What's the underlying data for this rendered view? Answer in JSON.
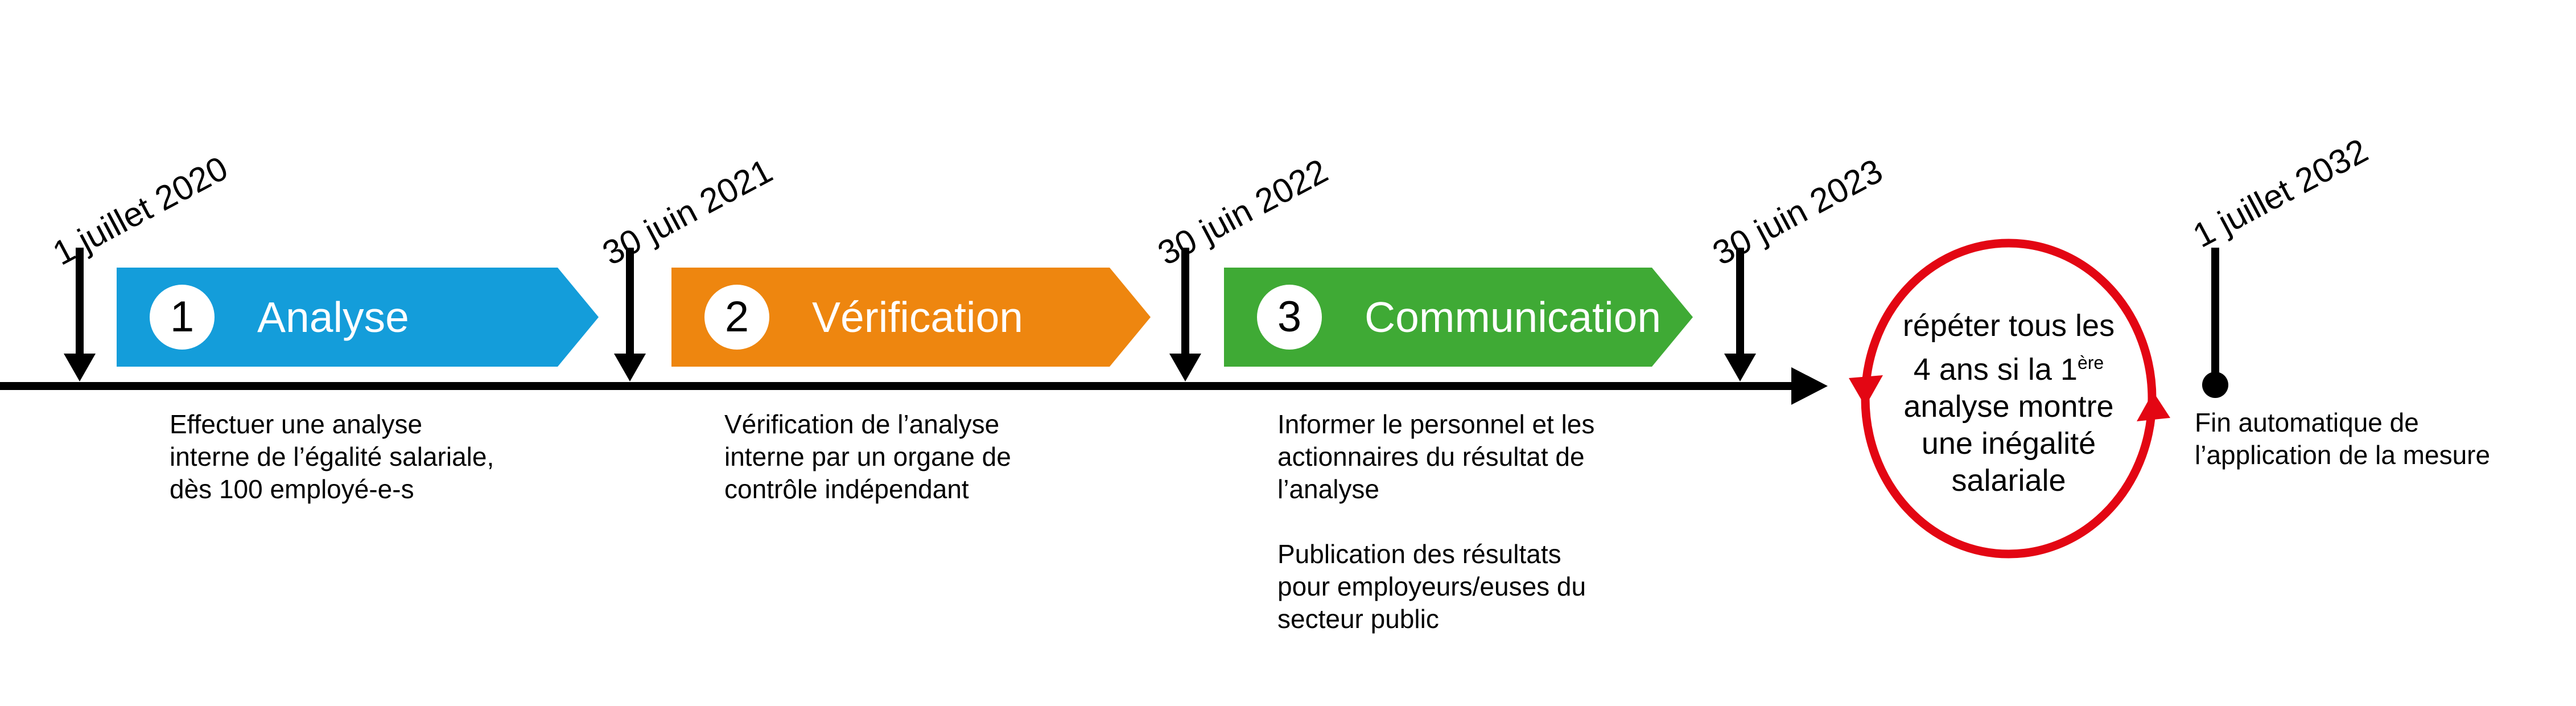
{
  "colors": {
    "phase1_blue": "#149dda",
    "phase2_orange": "#ee860f",
    "phase3_green": "#3faa35",
    "repeat_red": "#e30613",
    "axis_black": "#000000"
  },
  "timeline": {
    "milestones": [
      {
        "date": "1 juillet 2020"
      },
      {
        "date": "30 juin 2021"
      },
      {
        "date": "30 juin 2022"
      },
      {
        "date": "30 juin 2023"
      },
      {
        "date": "1 juillet 2032"
      }
    ],
    "phases": [
      {
        "number": "1",
        "label": "Analyse",
        "color": "#149dda",
        "description": "Effectuer une analyse\ninterne de l’égalité salariale,\ndès 100 employé-e-s"
      },
      {
        "number": "2",
        "label": "Vérification",
        "color": "#ee860f",
        "description": "Vérification de l’analyse\ninterne par un organe de\ncontrôle indépendant"
      },
      {
        "number": "3",
        "label": "Communication",
        "color": "#3faa35",
        "description": "Informer le personnel et les\nactionnaires du résultat de\nl’analyse",
        "description2": "Publication des résultats\npour employeurs/euses du\nsecteur public"
      }
    ],
    "repeat_note": {
      "line1": "répéter tous les",
      "line2_main": "4 ans si la 1",
      "line2_sup": "ère",
      "line3": "analyse montre",
      "line4": "une inégalité",
      "line5": "salariale"
    },
    "end_note": "Fin automatique de\nl’application de la mesure"
  }
}
